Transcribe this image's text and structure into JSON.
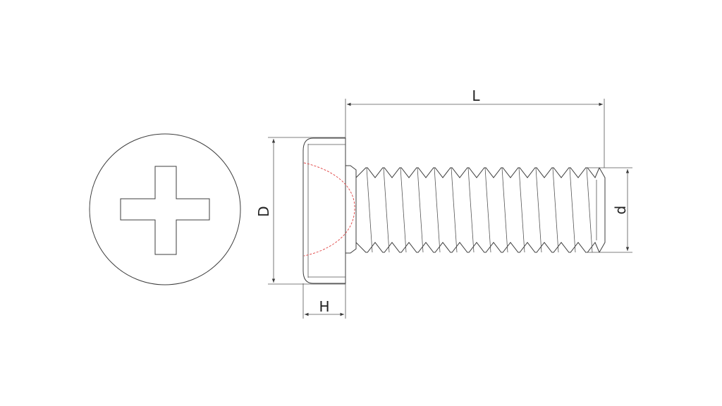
{
  "colors": {
    "line": "#3c3c3c",
    "hidden_line": "#e04040",
    "background": "#ffffff"
  },
  "dimensions": {
    "length": "L",
    "head_diameter": "D",
    "head_height": "H",
    "thread_diameter": "d"
  }
}
